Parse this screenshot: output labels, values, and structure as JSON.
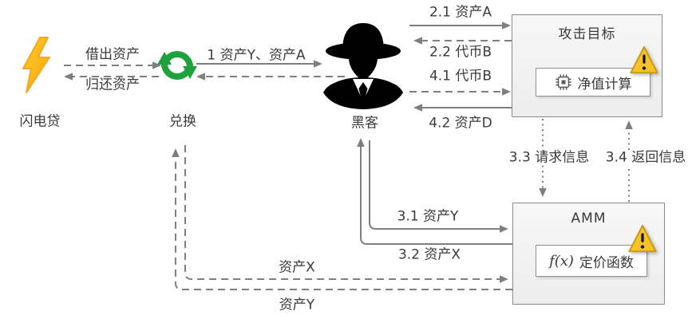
{
  "diagram": {
    "nodes": {
      "flash_loan": {
        "label": "闪电贷",
        "icon": "lightning-bolt-icon",
        "color": "#FBB817"
      },
      "swap": {
        "label": "兑换",
        "icon": "circular-swap-arrows-icon",
        "color": "#1FA23D"
      },
      "hacker": {
        "label": "黑客",
        "icon": "spy-icon",
        "color": "#000000"
      },
      "attack_target": {
        "title": "攻击目标",
        "module_label": "净值计算",
        "module_icon": "cpu-chip-icon",
        "badge_icon": "warning-triangle-icon"
      },
      "amm": {
        "title": "AMM",
        "module_formula": "f(x)",
        "module_label": "定价函数",
        "badge_icon": "warning-triangle-icon"
      }
    },
    "edges": {
      "lend": {
        "label": "借出资产",
        "from": "闪电贷",
        "to": "兑换",
        "style": "dashed"
      },
      "repay": {
        "label": "归还资产",
        "from": "兑换",
        "to": "闪电贷",
        "style": "dashed"
      },
      "step_1": {
        "label": "1 资产Y、资产A",
        "from": "兑换",
        "to": "黑客",
        "style": "solid"
      },
      "swap_return": {
        "label": "",
        "from": "黑客",
        "to": "兑换",
        "style": "dashed"
      },
      "step_2_1": {
        "label": "2.1 资产A",
        "from": "黑客",
        "to": "攻击目标",
        "style": "solid"
      },
      "step_2_2": {
        "label": "2.2 代币B",
        "from": "攻击目标",
        "to": "黑客",
        "style": "dashed"
      },
      "step_4_1": {
        "label": "4.1 代币B",
        "from": "黑客",
        "to": "攻击目标",
        "style": "dashed"
      },
      "step_4_2": {
        "label": "4.2 资产D",
        "from": "攻击目标",
        "to": "黑客",
        "style": "solid"
      },
      "step_3_1": {
        "label": "3.1 资产Y",
        "from": "黑客",
        "to": "AMM",
        "style": "solid"
      },
      "step_3_2": {
        "label": "3.2 资产X",
        "from": "AMM",
        "to": "黑客",
        "style": "solid"
      },
      "step_3_3": {
        "label": "3.3 请求信息",
        "from": "攻击目标",
        "to": "AMM",
        "style": "dotted"
      },
      "step_3_4": {
        "label": "3.4 返回信息",
        "from": "AMM",
        "to": "攻击目标",
        "style": "dotted"
      },
      "asset_x": {
        "label": "资产X",
        "from": "兑换",
        "to": "AMM",
        "style": "dashed"
      },
      "asset_y": {
        "label": "资产Y",
        "from": "AMM",
        "to": "兑换",
        "style": "dashed"
      }
    },
    "colors": {
      "line": "#7F7F7F",
      "text": "#3A3A3A",
      "box_fill": "#F2F2F2",
      "box_border": "#8A8A8A",
      "lightning_yellow": "#FBB817",
      "swap_green": "#1FA23D",
      "warning_yellow": "#F7C325"
    }
  }
}
